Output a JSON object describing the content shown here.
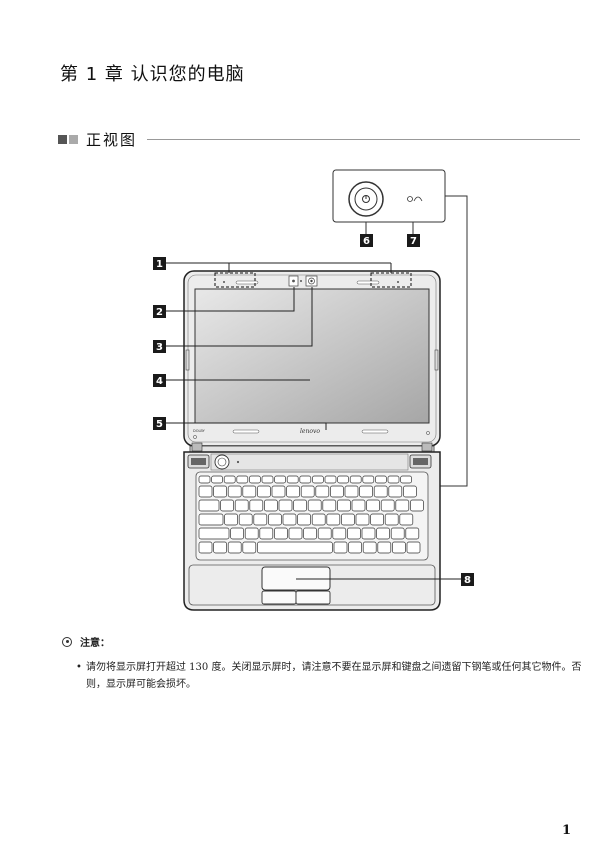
{
  "chapter": {
    "title": "第 1 章 认识您的电脑"
  },
  "section": {
    "title": "正视图"
  },
  "figure": {
    "callouts": [
      "1",
      "2",
      "3",
      "4",
      "5",
      "6",
      "7",
      "8"
    ],
    "brand_logo_text": "lenovo"
  },
  "note": {
    "heading": "注意：",
    "text": "请勿将显示屏打开超过 130 度。关闭显示屏时，请注意不要在显示屏和键盘之间遗留下钢笔或任何其它物件。否则，显示屏可能会损坏。"
  },
  "page": {
    "number": "1"
  }
}
